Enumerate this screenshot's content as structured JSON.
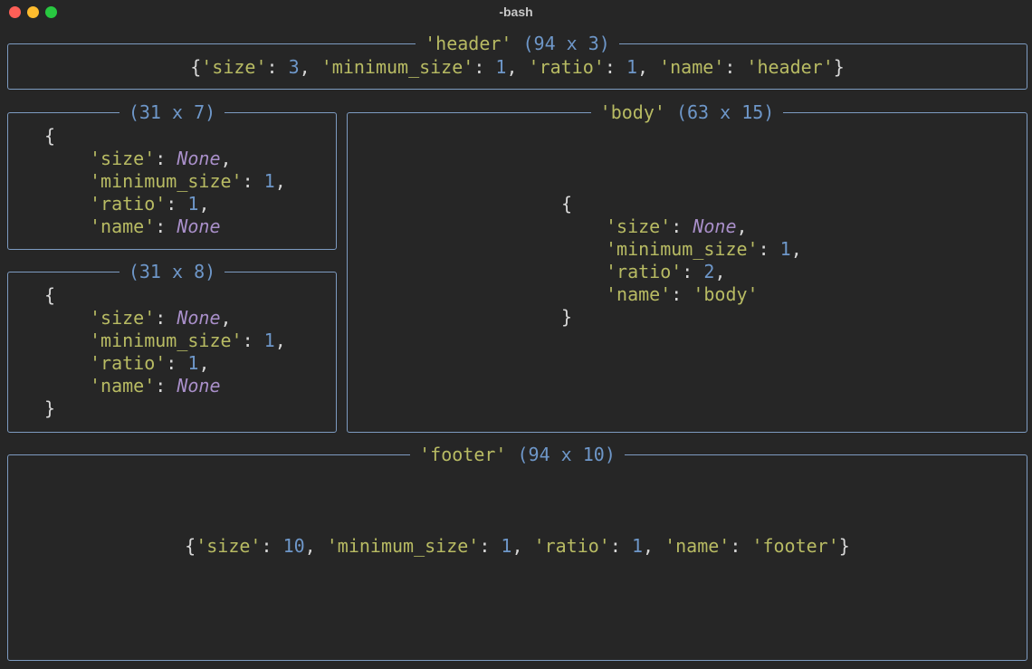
{
  "window": {
    "title": "-bash"
  },
  "header": {
    "title_name": "'header'",
    "title_dims": "(94 x 3)",
    "size": "3",
    "minimum_size": "1",
    "ratio": "1",
    "name": "'header'"
  },
  "left_top": {
    "title_dims": "(31 x 7)",
    "size": "None",
    "minimum_size": "1",
    "ratio": "1",
    "name": "None"
  },
  "left_bottom": {
    "title_dims": "(31 x 8)",
    "size": "None",
    "minimum_size": "1",
    "ratio": "1",
    "name": "None"
  },
  "body": {
    "title_name": "'body'",
    "title_dims": "(63 x 15)",
    "size": "None",
    "minimum_size": "1",
    "ratio": "2",
    "name": "'body'"
  },
  "footer": {
    "title_name": "'footer'",
    "title_dims": "(94 x 10)",
    "size": "10",
    "minimum_size": "1",
    "ratio": "1",
    "name": "'footer'"
  },
  "keys": {
    "size": "'size'",
    "minimum_size": "'minimum_size'",
    "ratio": "'ratio'",
    "name": "'name'"
  },
  "colors": {
    "background": "#262626",
    "border": "#7d9bc1",
    "string": "#b8bb63",
    "number": "#6e97c9",
    "none": "#a98fc9"
  }
}
